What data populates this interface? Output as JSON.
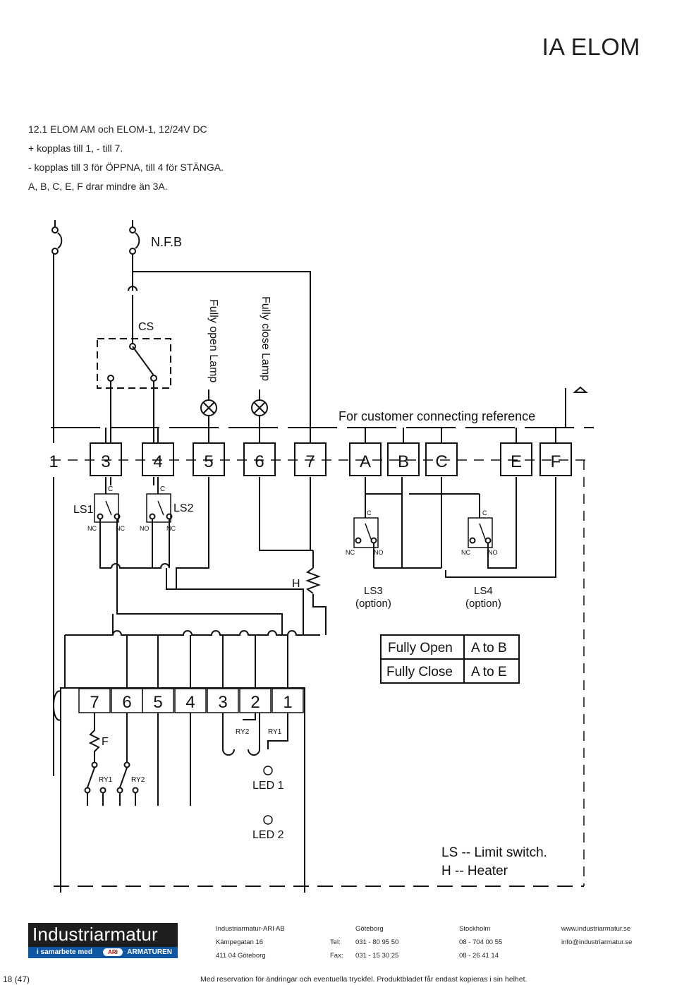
{
  "header": {
    "brand": "IA ELOM"
  },
  "intro": {
    "lines": [
      "12.1 ELOM AM och ELOM-1, 12/24V DC",
      "+ kopplas till 1, - till 7.",
      "- kopplas till 3 för ÖPPNA, till 4 för STÄNGA.",
      "A, B, C, E, F drar mindre än 3A."
    ]
  },
  "diagram": {
    "nfb": "N.F.B",
    "cs": "CS",
    "lamp_open": "Fully open Lamp",
    "lamp_close": "Fully close Lamp",
    "customer_ref": "For customer connecting reference",
    "top_terminals": [
      "1",
      "3",
      "4",
      "5",
      "6",
      "7",
      "A",
      "B",
      "C",
      "E",
      "F"
    ],
    "ls1": "LS1",
    "ls2": "LS2",
    "c": "C",
    "nc": "NC",
    "no": "NO",
    "heater": "H",
    "ls3": "LS3",
    "ls4": "LS4",
    "option": "(option)",
    "fully_open": "Fully Open",
    "fully_close": "Fully Close",
    "a_to_b": "A to B",
    "a_to_e": "A to E",
    "bottom_terminals": [
      "7",
      "6",
      "5",
      "4",
      "3",
      "2",
      "1"
    ],
    "ry1": "RY1",
    "ry2": "RY2",
    "fuse": "F",
    "led1": "LED 1",
    "led2": "LED 2",
    "legend_ls": "LS -- Limit switch.",
    "legend_h": "H -- Heater"
  },
  "logo": {
    "main": "Industriarmatur",
    "tag_left": "i samarbete med",
    "tag_ari": "ARI",
    "tag_right": "ARMATUREN"
  },
  "footer": {
    "company": "Industriarmatur-ARI AB",
    "street": "Kämpegatan 16",
    "postal": "411 04 Göteborg",
    "tel_label": "Tel:",
    "fax_label": "Fax:",
    "city1": "Göteborg",
    "city1_tel": "031 - 80 95 50",
    "city1_fax": "031 - 15 30 25",
    "city2": "Stockholm",
    "city2_tel": "08 - 704 00 55",
    "city2_fax": "08 - 26 41 14",
    "web": "www.industriarmatur.se",
    "email": "info@industriarmatur.se",
    "page": "18 (47)",
    "disclaimer": "Med reservation för ändringar och eventuella tryckfel. Produktbladet får endast kopieras i sin helhet."
  }
}
